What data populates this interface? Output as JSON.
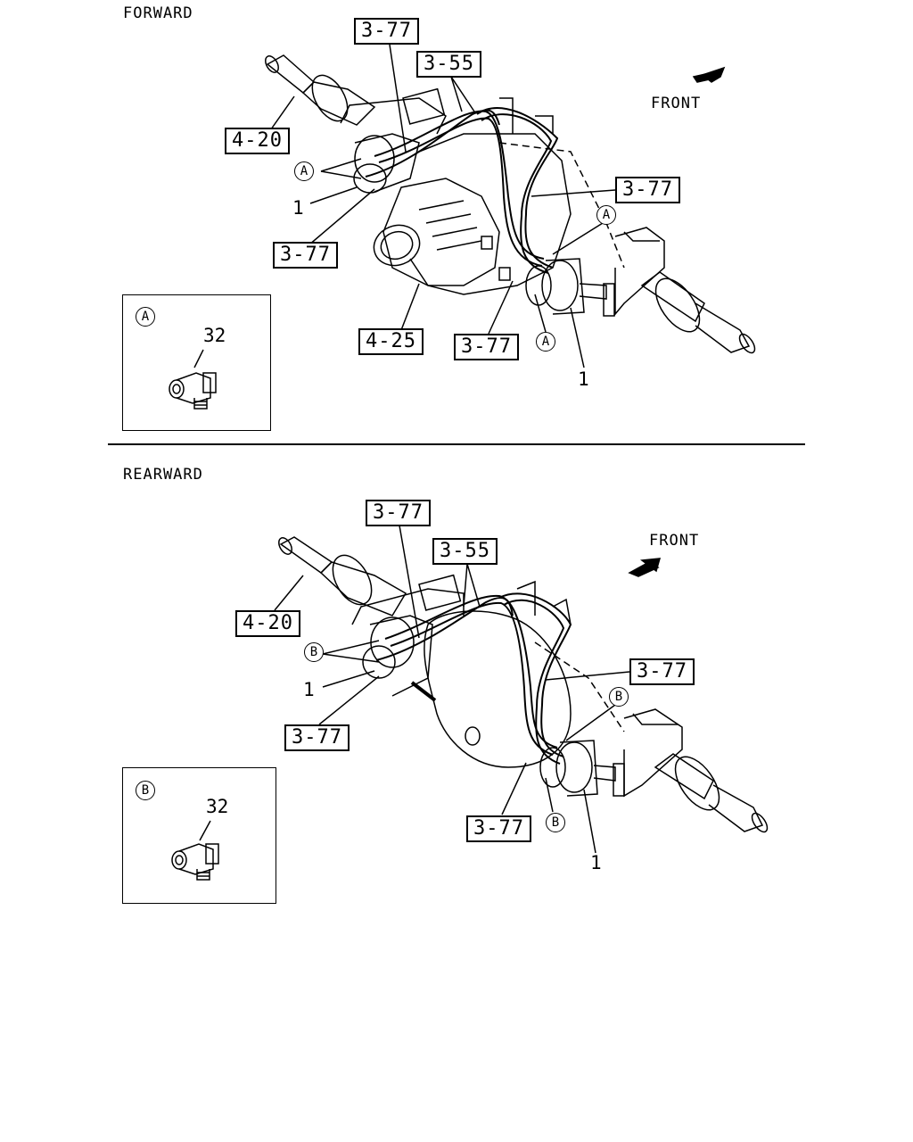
{
  "top": {
    "heading": "FORWARD",
    "front_label": "FRONT",
    "refs": [
      "3-77",
      "3-55",
      "4-20",
      "3-77",
      "3-77",
      "4-25",
      "3-77"
    ],
    "part_numbers": [
      "1",
      "1"
    ],
    "callout": "A",
    "detail": {
      "letter": "A",
      "part": "32"
    }
  },
  "bottom": {
    "heading": "REARWARD",
    "front_label": "FRONT",
    "refs": [
      "3-77",
      "3-55",
      "4-20",
      "3-77",
      "3-77",
      "3-77"
    ],
    "part_numbers": [
      "1",
      "1"
    ],
    "callout": "B",
    "detail": {
      "letter": "B",
      "part": "32"
    }
  }
}
